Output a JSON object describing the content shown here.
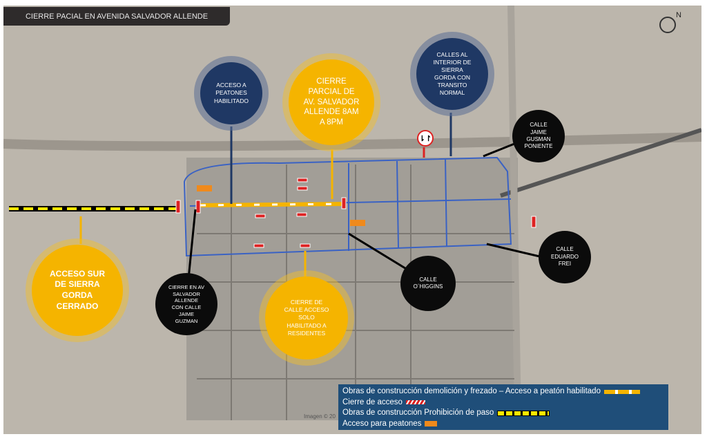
{
  "title": "CIERRE PACIAL EN AVENIDA SALVADOR ALLENDE",
  "compass_label": "N",
  "traffic_sign": "⇂↾",
  "watermark": "Imagen © 20",
  "callouts": {
    "acceso_peatones": "ACCESO A\nPEATONES\nHABILITADO",
    "cierre_parcial": "CIERRE\nPARCIAL DE\nAV. SALVADOR\nALLENDE 8AM\nA 8PM",
    "calles_interior": "CALLES AL\nINTERIOR DE\nSIERRA\nGORDA CON\nTRANSITO\nNORMAL",
    "jaime_gusman": "CALLE\nJAIME\nGUSMAN\nPONIENTE",
    "eduardo_frei": "CALLE\nEDUARDO\nFREI",
    "ohiggins": "CALLE\nO´HIGGINS",
    "cierre_av": "CIERRE EN AV\nSALVADOR\nALLENDE\nCON CALLE\nJAIME\nGUZMAN",
    "cierre_calle": "CIERRE DE\nCALLE  ACCESO\nSOLO\nHABILITADO A\nRESIDENTES",
    "acceso_sur": "ACCESO SUR\nDE SIERRA\nGORDA\nCERRADO"
  },
  "legend": [
    {
      "label": "Obras de construcción demolición y frezado – Acceso a peatón habilitado",
      "symbol": "yellow-white-dash"
    },
    {
      "label": "Cierre de acceso",
      "symbol": "red-white-barrier"
    },
    {
      "label": "Obras de construcción Prohibición de paso",
      "symbol": "black-yellow-dash"
    },
    {
      "label": "Acceso para peatones",
      "symbol": "orange-sign"
    }
  ],
  "colors": {
    "navy": "#1f3864",
    "yellow": "#f5b400",
    "legend_bg": "#1f4e79",
    "route": "#3a62c4"
  }
}
